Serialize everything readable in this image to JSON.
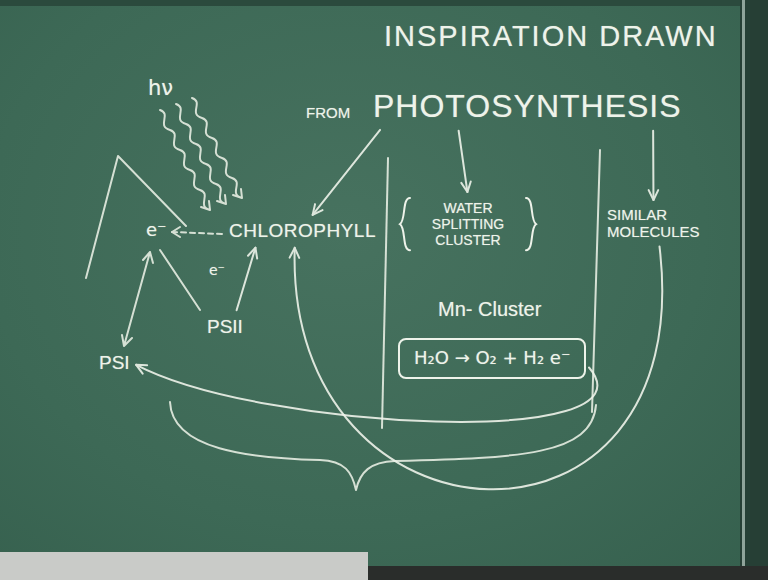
{
  "diagram": {
    "title": "INSPIRATION DRAWN",
    "nodes": [
      {
        "text": [
          "PHOTOSYNTHESIS"
        ]
      },
      {
        "text": [
          "CHLOROPHYLL"
        ]
      },
      {
        "text": [
          "WATER SPLITTING CLUSTER"
        ]
      },
      {
        "text": [
          "SIMILAR MOLECULES"
        ]
      },
      {
        "text": [
          "PSII"
        ]
      },
      {
        "text": [
          "PSI"
        ]
      },
      {
        "text": [
          "H₂O → O₂ + H₂ e⁻"
        ]
      }
    ],
    "edges": [
      {
        "from": 0,
        "to": 1,
        "arrow": "to"
      },
      {
        "from": 0,
        "to": 2,
        "arrow": "to"
      },
      {
        "from": 0,
        "to": 3,
        "arrow": "to"
      },
      {
        "from": 4,
        "to": 1,
        "arrow": "to"
      },
      {
        "from": 6,
        "to": 5,
        "arrow": "to"
      },
      {
        "from": 3,
        "to": 1,
        "arrow": "to"
      }
    ],
    "labels": [
      "FROM",
      "hν",
      "e⁻",
      "e⁻",
      "Mn- Cluster"
    ]
  }
}
